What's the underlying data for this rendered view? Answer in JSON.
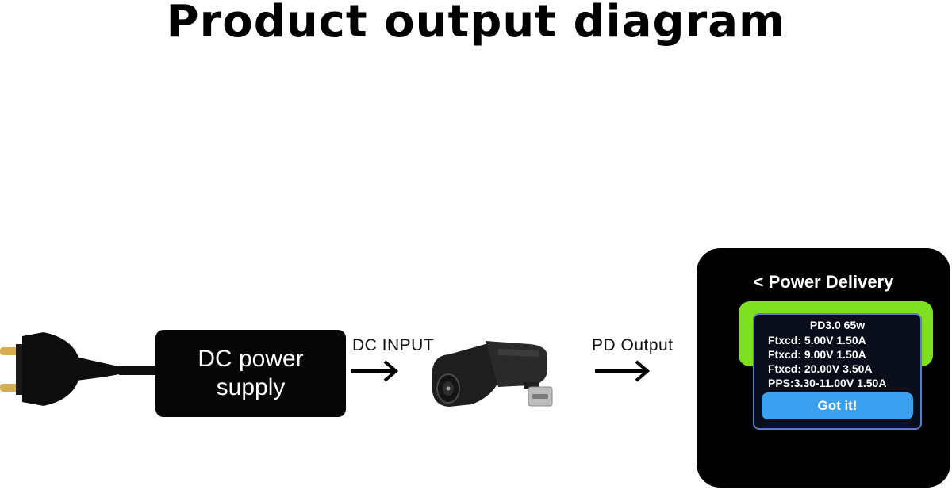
{
  "title": "Product output diagram",
  "power_supply": {
    "line1": "DC power",
    "line2": "supply"
  },
  "labels": {
    "dc_input": "DC INPUT",
    "pd_output": "PD Output"
  },
  "screen": {
    "header": "< Power Delivery",
    "profile": "PD3.0 65w",
    "rows": [
      "Ftxcd:  5.00V 1.50A",
      "Ftxcd:  9.00V 1.50A",
      "Ftxcd:  20.00V 3.50A",
      "PPS:3.30-11.00V 1.50A"
    ],
    "button": "Got it!",
    "colors": {
      "accent_green": "#7fe021",
      "button_blue": "#3aa0f0",
      "panel_border": "#5a7fbf"
    }
  }
}
